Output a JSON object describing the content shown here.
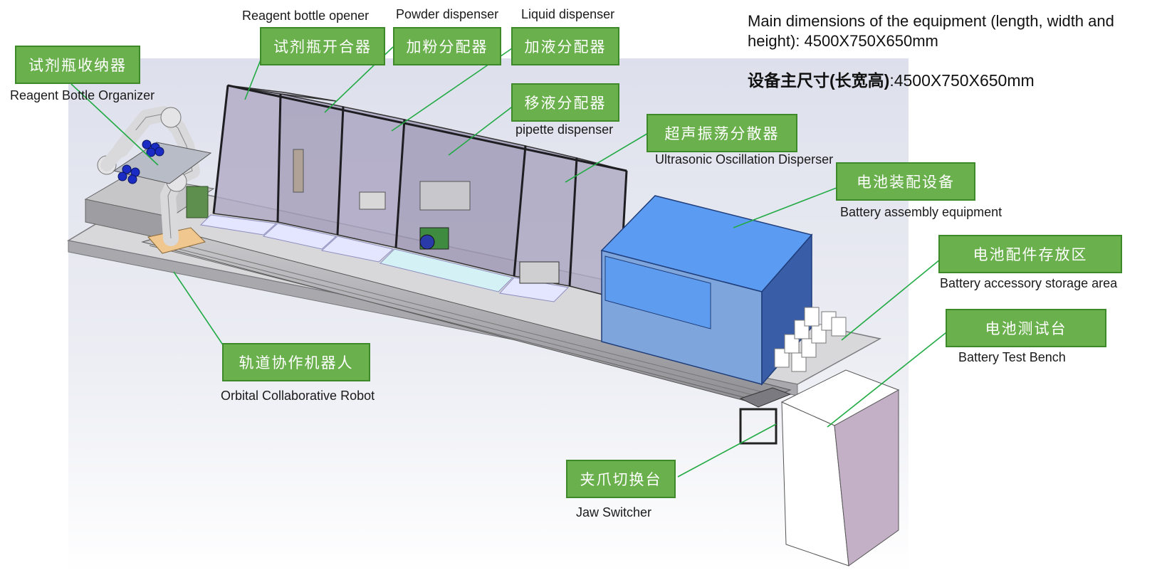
{
  "title_en": "Main dimensions of the equipment (length, width and height): 4500X750X650mm",
  "title_cn_bold": "设备主尺寸(长宽高)",
  "title_cn_value": ":4500X750X650mm",
  "labels": {
    "bottle_organizer": {
      "cn": "试剂瓶收纳器",
      "en": "Reagent Bottle Organizer"
    },
    "bottle_opener": {
      "cn": "试剂瓶开合器",
      "en": "Reagent bottle opener"
    },
    "powder_dispenser": {
      "cn": "加粉分配器",
      "en": "Powder dispenser"
    },
    "liquid_dispenser": {
      "cn": "加液分配器",
      "en": "Liquid dispenser"
    },
    "pipette_dispenser": {
      "cn": "移液分配器",
      "en": "pipette dispenser"
    },
    "ultrasonic_disperser": {
      "cn": "超声振荡分散器",
      "en": "Ultrasonic Oscillation Disperser"
    },
    "battery_assembly": {
      "cn": "电池装配设备",
      "en": "Battery assembly equipment"
    },
    "accessory_storage": {
      "cn": "电池配件存放区",
      "en": "Battery accessory storage area"
    },
    "test_bench": {
      "cn": "电池测试台",
      "en": "Battery Test Bench"
    },
    "orbital_robot": {
      "cn": "轨道协作机器人",
      "en": "Orbital Collaborative Robot"
    },
    "jaw_switcher": {
      "cn": "夹爪切换台",
      "en": "Jaw Switcher"
    }
  },
  "colors": {
    "label_fill": "#6ab04c",
    "label_border": "#3e8a2a",
    "leader_line": "#22aa44",
    "assembly_front": "#7fa6dc",
    "assembly_top": "#5b9cf2",
    "assembly_side": "#3a5da8",
    "test_bench_side": "#c3afc6"
  }
}
